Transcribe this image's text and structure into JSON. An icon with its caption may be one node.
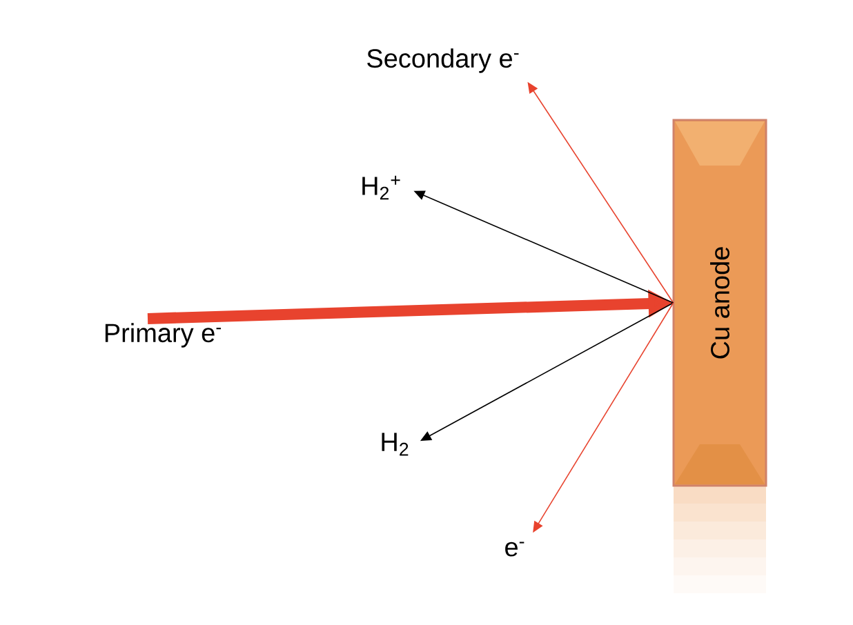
{
  "diagram": {
    "nodes": [
      {
        "text": [
          "Cu anode"
        ]
      },
      {
        "text": [
          "Primary e$^{-}$"
        ]
      },
      {
        "text": [
          "Secondary e$^{-}$"
        ]
      },
      {
        "text": [
          "H$_{2}$$^{+}$"
        ]
      },
      {
        "text": [
          "H$_{2}$"
        ]
      },
      {
        "text": [
          "e$^{-}$"
        ]
      }
    ],
    "edges": [
      {
        "from": 1,
        "to": 0,
        "arrow": "to",
        "style": "thick"
      },
      {
        "from": 0,
        "to": 2,
        "arrow": "to"
      },
      {
        "from": 0,
        "to": 3,
        "arrow": "to",
        "color": "#000000"
      },
      {
        "from": 0,
        "to": 4,
        "arrow": "to",
        "color": "#000000"
      },
      {
        "from": 0,
        "to": 5,
        "arrow": "to"
      }
    ]
  }
}
